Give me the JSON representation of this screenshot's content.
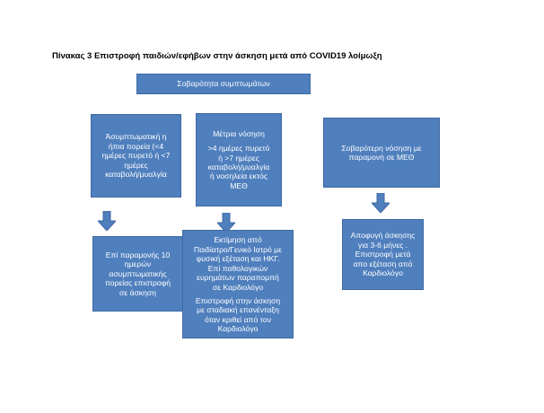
{
  "title": "Πίνακας 3 Επιστροφή παιδιών/εφήβων στην άσκηση μετά από COVID19 λοίμωξη",
  "header_box": {
    "label": "Σοβαρότητα συμπτωμάτων"
  },
  "columns": [
    {
      "category_lines": [
        "Άσυμπτωματική η",
        "ήπια πορεία (<4",
        "ημέρες πυρετό ή <7",
        "ημέρες",
        "καταβολή/μυαλγία"
      ],
      "outcome_lines": [
        "Επί παραμονής 10",
        "ημερών",
        "ασυμπτωματικής",
        "πορείας επιστροφή",
        "σε άσκηση"
      ]
    },
    {
      "category_lines": [
        "Μέτρια νόσηση",
        "",
        ">4 ημέρες πυρετό",
        "ή >7 ημέρες",
        "καταβολή/μυαλγία",
        "ή νοσηλεία εκτός",
        "ΜΕΘ"
      ],
      "outcome_lines": [
        "Εκτίμηση από",
        "Παιδίατρο/Γενικό Ιατρό με",
        "φυσική εξέταση και ΗΚΓ.",
        "Επί παθολογικών",
        "ευρημάτων παραπομπή",
        "σε Καρδιολόγο",
        "",
        "Επιστροφή στην άσκηση",
        "με σταδιακή επανένταξη",
        "όταν κριθεί  από τον",
        "Καρδιολόγο"
      ]
    },
    {
      "category_lines": [
        "Σοβαρότερη νόσηση με",
        "παραμονή σε ΜΕΘ"
      ],
      "outcome_lines": [
        "Αποφυγή άσκησης",
        "για 3-6 μήνες .",
        "Επιστροφή μετά",
        "απο εξέταση από",
        "Καρδιολόγο"
      ]
    }
  ],
  "colors": {
    "box_fill": "#4f7fbd",
    "box_border": "#3f6aa3",
    "text_on_box": "#ffffff",
    "title_text": "#000000"
  },
  "icons": {
    "arrow": "arrow-down-icon"
  }
}
